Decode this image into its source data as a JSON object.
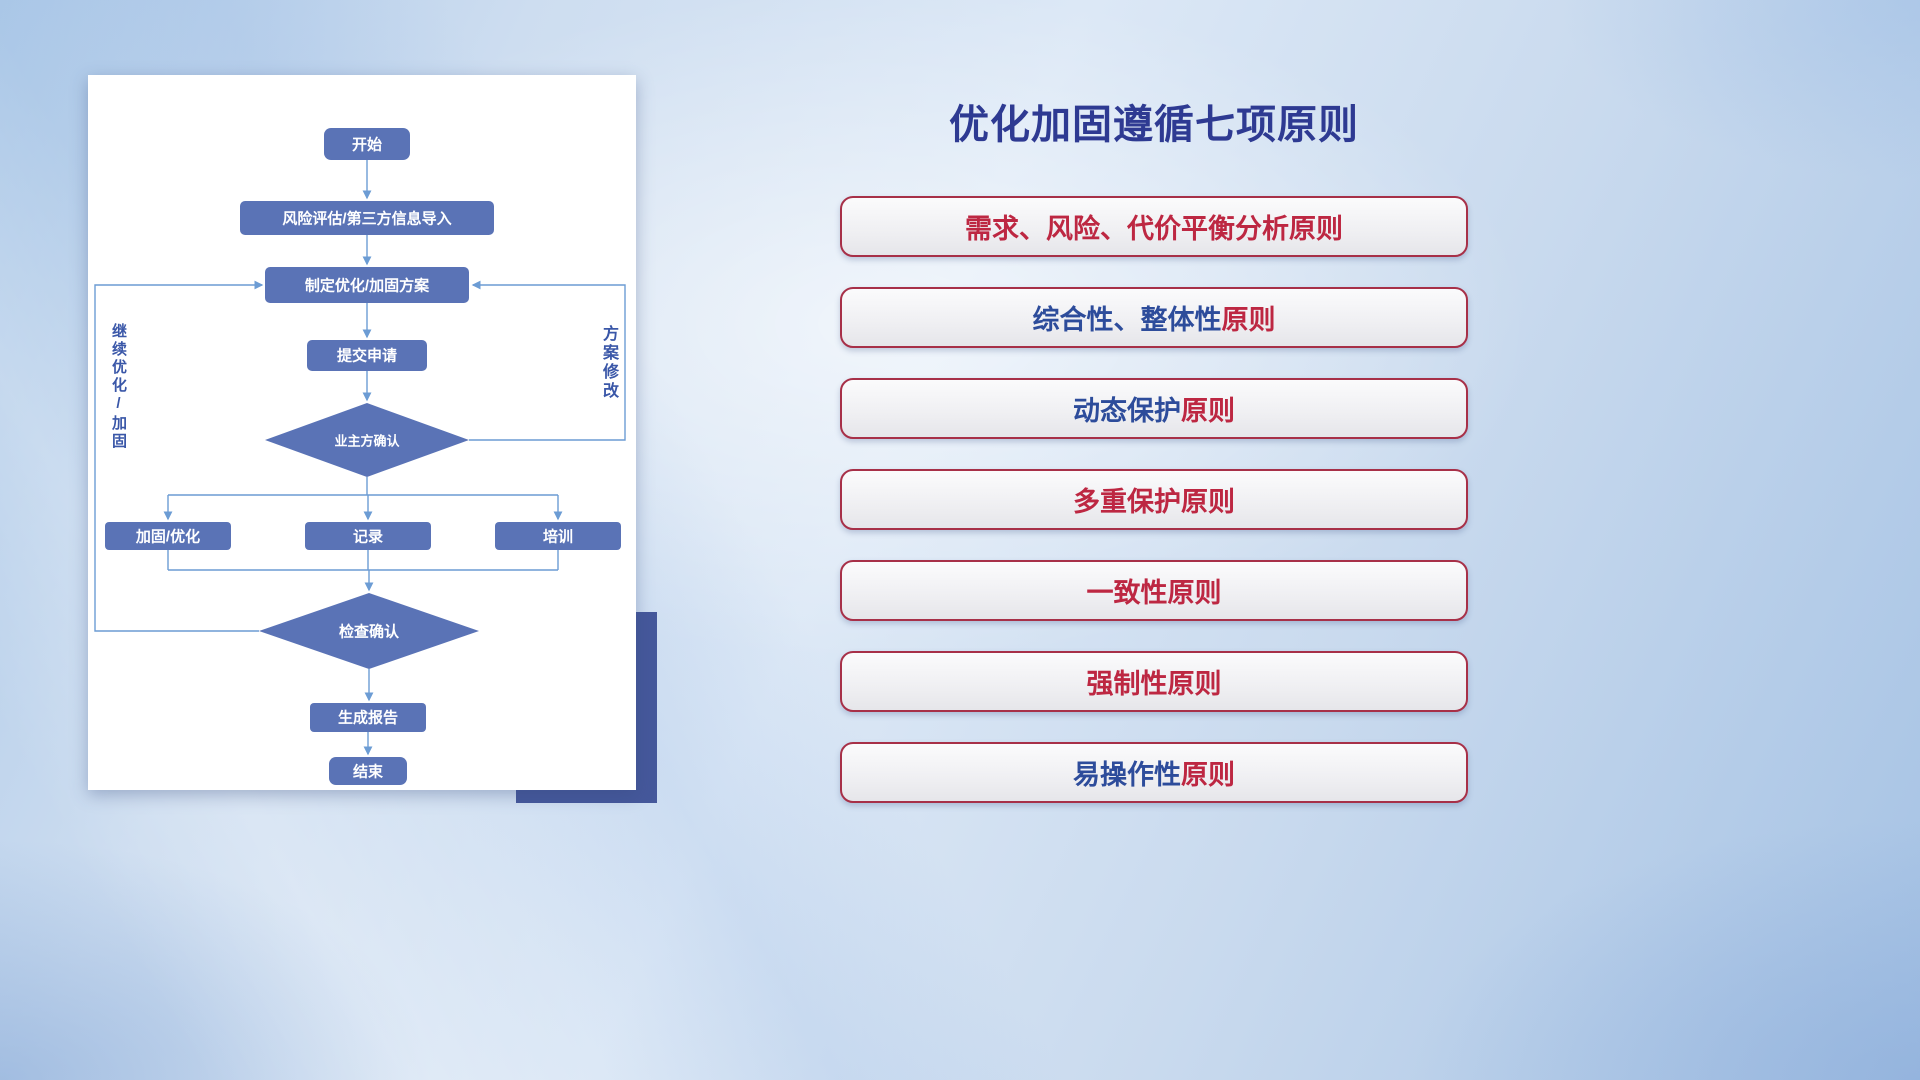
{
  "page": {
    "title": "优化加固遵循七项原则"
  },
  "flowchart": {
    "nodes": {
      "start": "开始",
      "risk": "风险评估/第三方信息导入",
      "plan": "制定优化/加固方案",
      "submit": "提交申请",
      "owner_confirm": "业主方确认",
      "harden": "加固/优化",
      "record": "记录",
      "training": "培训",
      "check_confirm": "检查确认",
      "report": "生成报告",
      "end": "结束"
    },
    "labels": {
      "continue_loop": "继续优化/加固",
      "revise_loop": "方案修改"
    },
    "colors": {
      "node_fill": "#5A73B6",
      "connector": "#6C9CD4",
      "accent_rect": "#45589B"
    }
  },
  "principles": {
    "items": [
      {
        "parts": [
          {
            "text": "需求、风险、代价平衡分析原则",
            "color": "#BD2742"
          }
        ]
      },
      {
        "parts": [
          {
            "text": "综合性、整体性",
            "color": "#2D4C9B"
          },
          {
            "text": "原则",
            "color": "#BD2742"
          }
        ]
      },
      {
        "parts": [
          {
            "text": "动态保护",
            "color": "#2D4C9B"
          },
          {
            "text": "原则",
            "color": "#BD2742"
          }
        ]
      },
      {
        "parts": [
          {
            "text": "多重保护原则",
            "color": "#BD2742"
          }
        ]
      },
      {
        "parts": [
          {
            "text": "一致性原则",
            "color": "#BD2742"
          }
        ]
      },
      {
        "parts": [
          {
            "text": "强制性原则",
            "color": "#BD2742"
          }
        ]
      },
      {
        "parts": [
          {
            "text": "易操作性",
            "color": "#2D4C9B"
          },
          {
            "text": "原则",
            "color": "#BD2742"
          }
        ]
      }
    ],
    "colors": {
      "border": "#A73048",
      "red_text": "#BD2742",
      "blue_text": "#2D4C9B",
      "title_text": "#2E3A92"
    }
  }
}
